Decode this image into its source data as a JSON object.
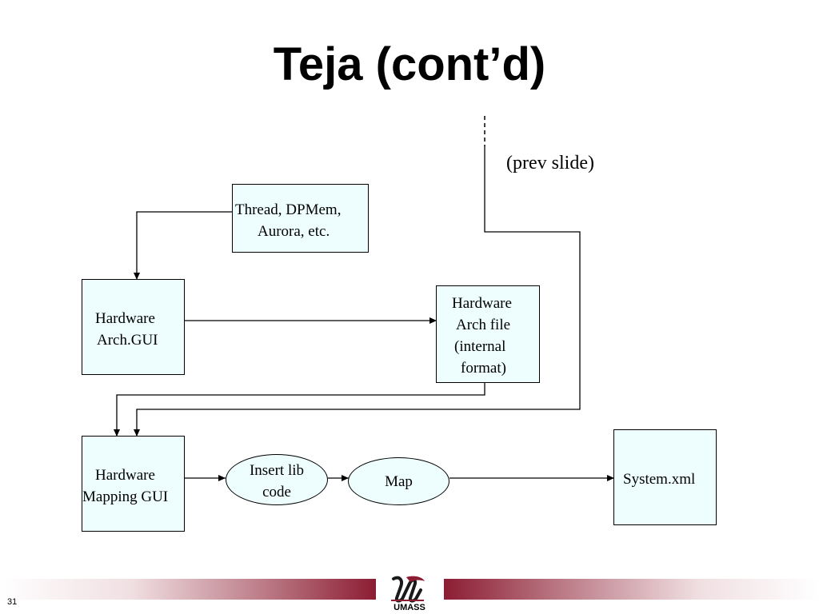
{
  "slide": {
    "title": "Teja (cont’d)",
    "page_number": "31"
  },
  "diagram": {
    "prev_note": "(prev slide)",
    "nodes": {
      "thread_box": {
        "line1": "Thread, DPMem,",
        "line2": "Aurora, etc."
      },
      "hw_arch_gui": {
        "line1": "Hardware",
        "line2": "Arch.GUI"
      },
      "hw_arch_file": {
        "line1": "Hardware",
        "line2": "Arch file",
        "line3": "(internal",
        "line4": "format)"
      },
      "hw_mapping_gui": {
        "line1": "Hardware",
        "line2": "Mapping GUI"
      },
      "insert_lib": {
        "line1": "Insert lib",
        "line2": "code"
      },
      "map": {
        "line1": "Map"
      },
      "system_xml": {
        "line1": "System.xml"
      }
    },
    "colors": {
      "box_fill": "#eefefe",
      "line": "#000000"
    }
  },
  "footer": {
    "logo_text": "UMASS",
    "bar_color": "#8c1d33"
  }
}
